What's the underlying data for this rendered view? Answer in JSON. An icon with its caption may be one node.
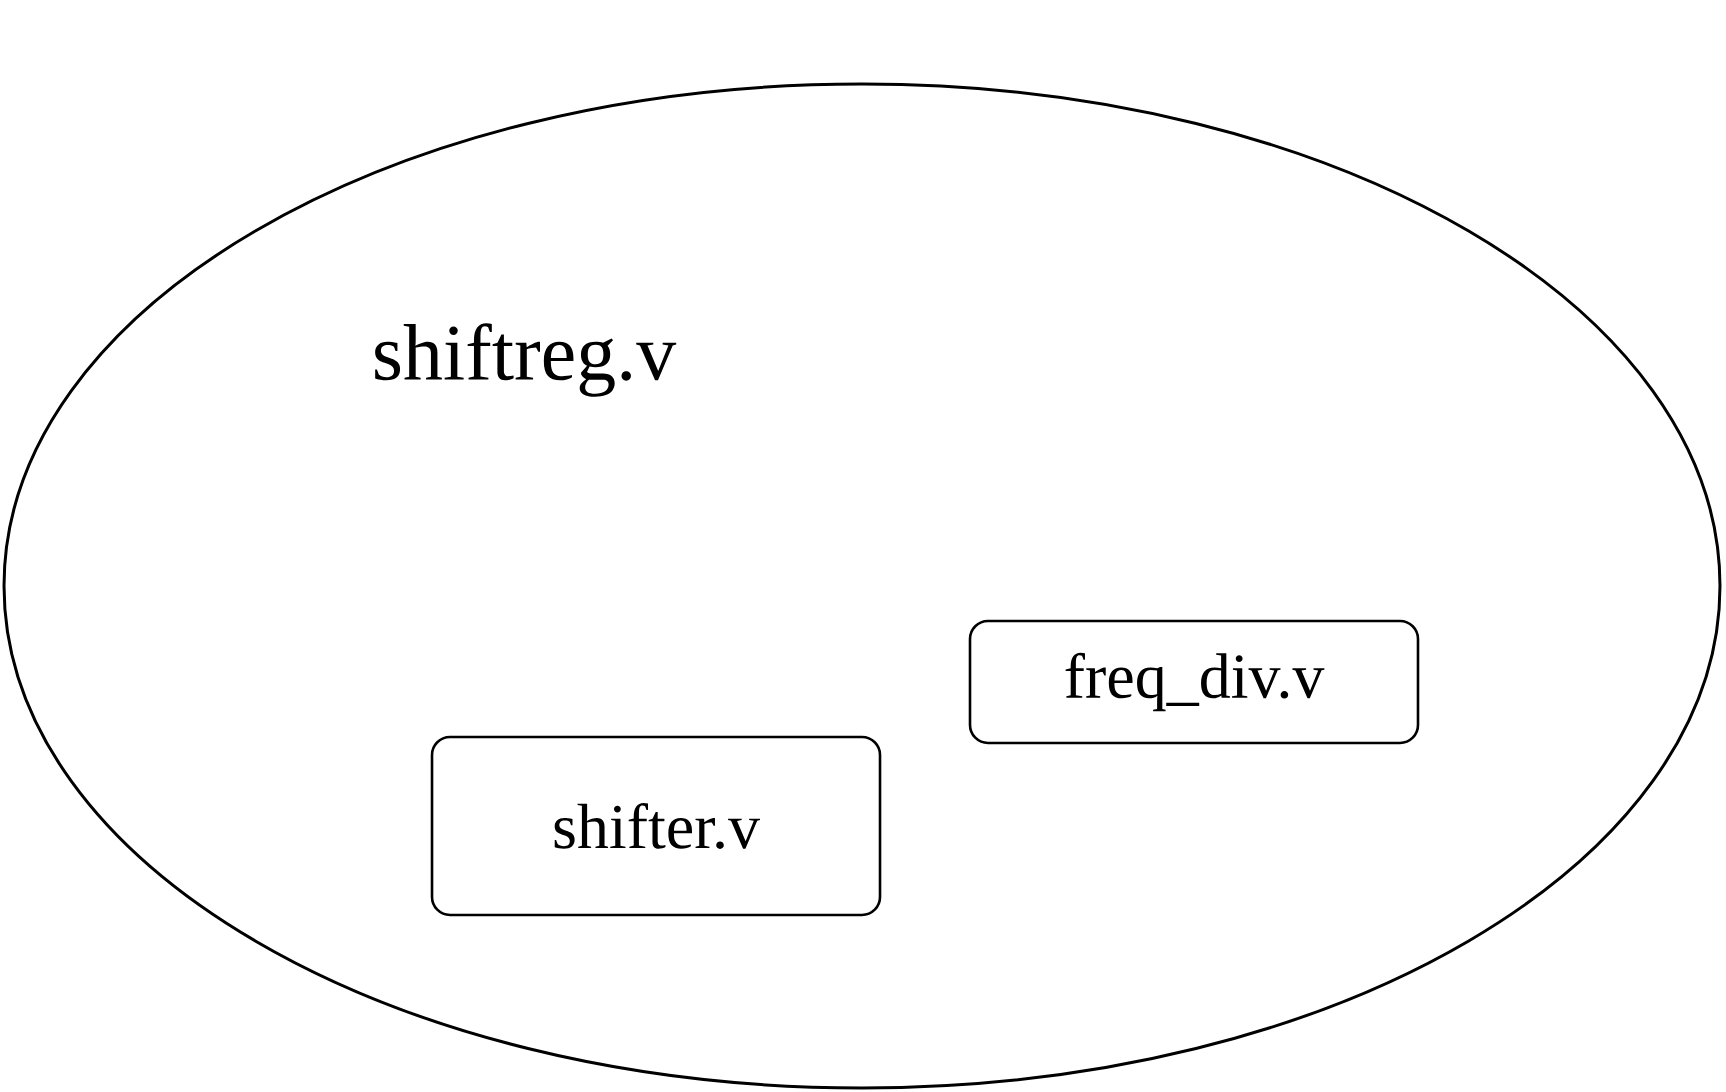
{
  "diagram": {
    "nodes": [
      {
        "text": [
          "shiftreg.v"
        ]
      },
      {
        "text": [
          "freq_div.v"
        ],
        "in": 0
      },
      {
        "text": [
          "shifter.v"
        ],
        "in": 0
      }
    ]
  }
}
